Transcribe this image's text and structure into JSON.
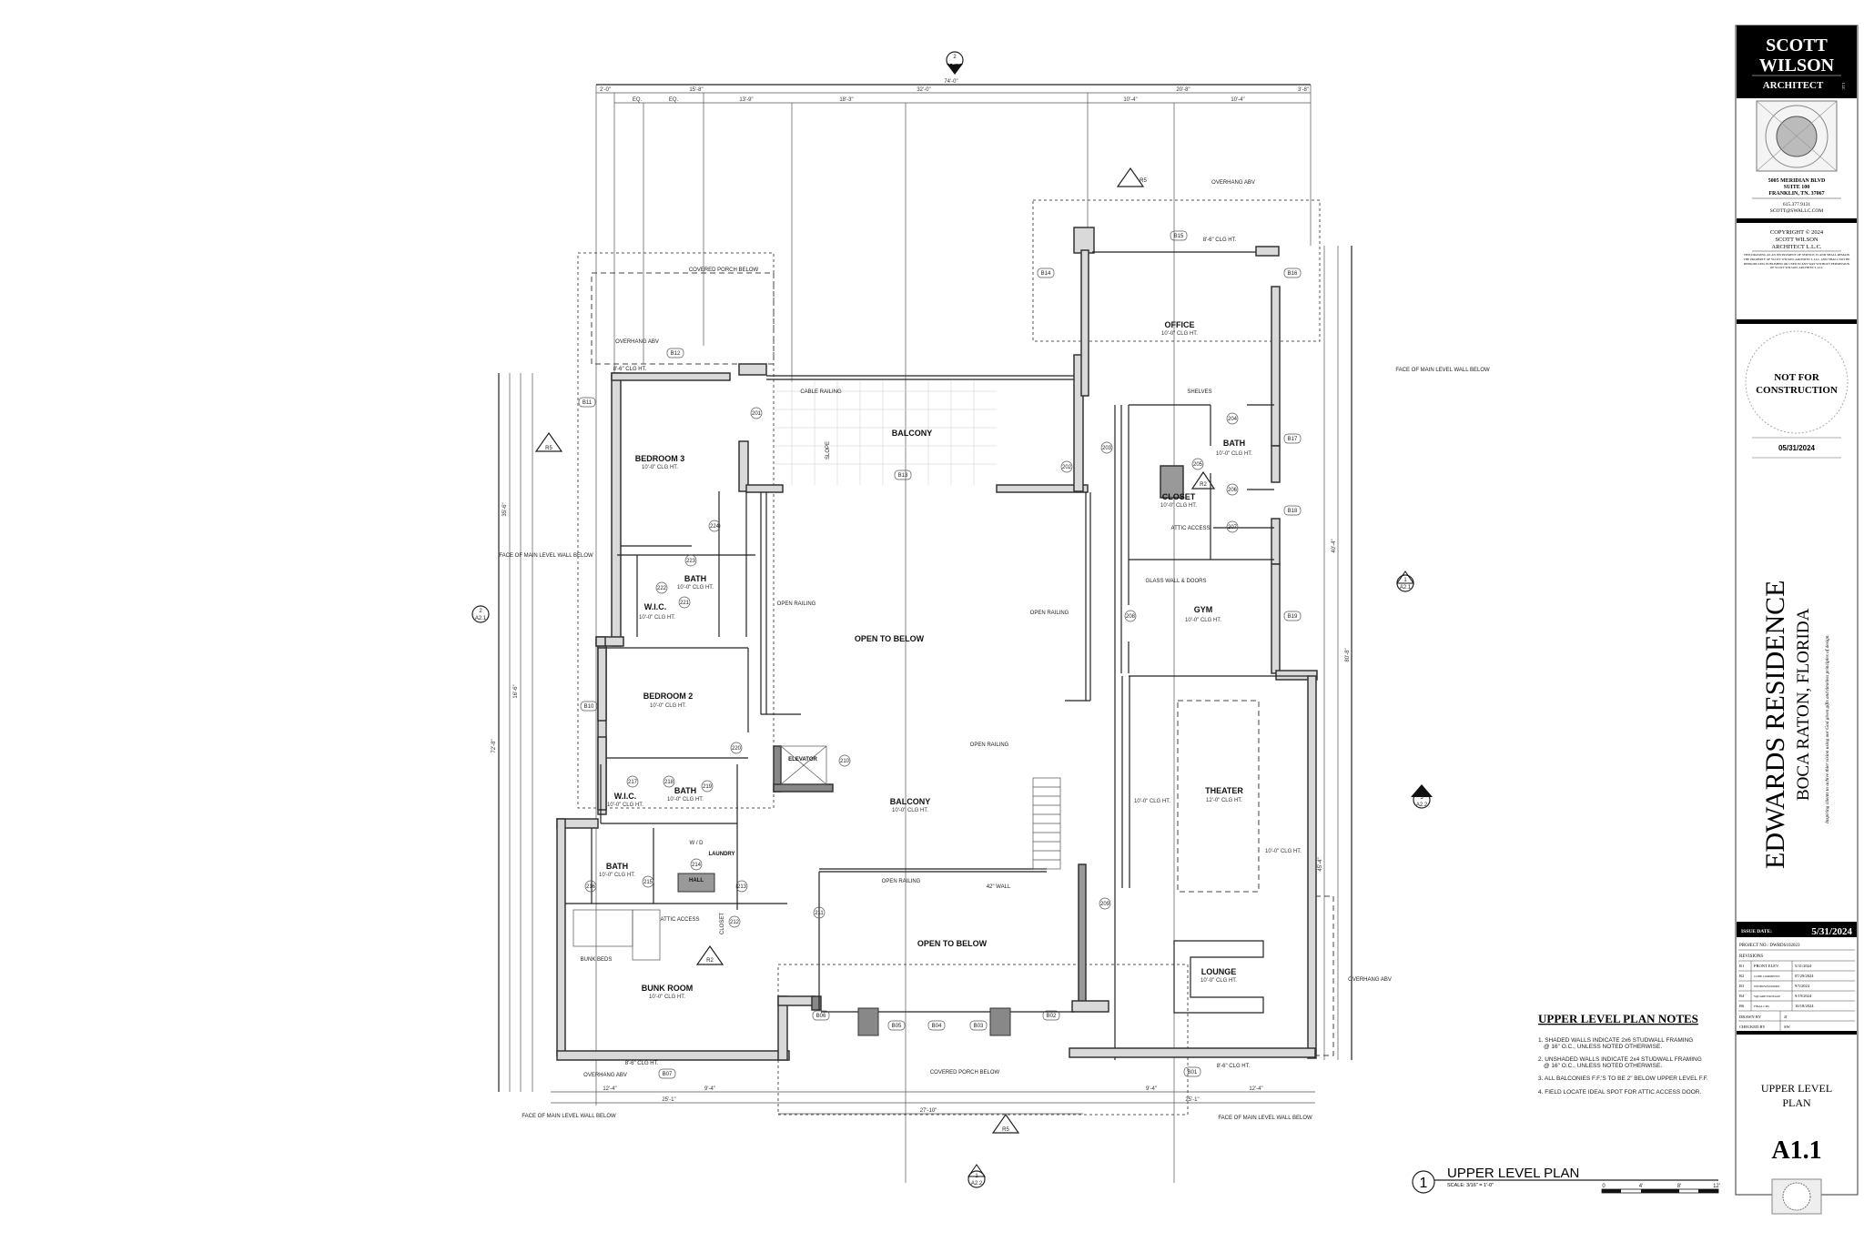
{
  "title_block": {
    "firm_line1": "SCOTT",
    "firm_line2": "WILSON",
    "firm_line3": "ARCHITECT",
    "firm_llc": "LLC",
    "address_1": "5005 MERIDIAN BLVD",
    "address_2": "SUITE 100",
    "address_3": "FRANKLIN, TN. 37067",
    "phone": "615.377.9131",
    "email": "SCOTT@SWALLC.COM",
    "copyright_1": "COPYRIGHT © 2024",
    "copyright_2": "SCOTT WILSON",
    "copyright_3": "ARCHITECT L.L.C.",
    "copyright_text": "THIS DRAWING AS AN INSTRUMENT OF SERVICE, IS AND SHALL REMAIN THE PROPERTY OF SCOTT WILSON, ARCHITECT, LLC. AND SHALL NOT BE REPRODUCED, PUBLISHED OR USED IN ANY WAY WITHOUT PERMISSION OF SCOTT WILSON, ARCHITECT, LLC",
    "stamp_line1": "NOT FOR",
    "stamp_line2": "CONSTRUCTION",
    "stamp_date": "05/31/2024",
    "project_name": "EDWARDS RESIDENCE",
    "project_location": "BOCA RATON,  FLORIDA",
    "tagline": "Inspiring clients to achive thier vision using our God given gifts and timeless principles of design.",
    "issue_date_label": "ISSUE DATE:",
    "issue_date": "5/31/2024",
    "project_no": "PROJECT NO.:  DWRDS102023",
    "revisions_label": "REVISIONS",
    "revisions": [
      {
        "id": "R1",
        "desc": "FRONT ELEV.",
        "date": "5/31/2024"
      },
      {
        "id": "R2",
        "desc": "CODE COMMENTS",
        "date": "07/29/2024"
      },
      {
        "id": "R3",
        "desc": "WINDOWS/DOORS",
        "date": "9/5/2024"
      },
      {
        "id": "R4",
        "desc": "SQUARE FOOTAGE",
        "date": "9/19/2024"
      },
      {
        "id": "R6",
        "desc": "FINAL CDS",
        "date": "10/18/2024"
      }
    ],
    "drawn_by_label": "DRAWN BY",
    "drawn_by": "JJ",
    "checked_by_label": "CHECKED BY",
    "checked_by": "SW",
    "sheet_title_1": "UPPER LEVEL",
    "sheet_title_2": "PLAN",
    "sheet_number": "A1.1"
  },
  "notes": {
    "heading": "UPPER LEVEL PLAN NOTES",
    "items": [
      "1. SHADED WALLS INDICATE 2x6 STUDWALL FRAMING",
      "@ 16\" O.C., UNLESS NOTED OTHERWISE.",
      "2. UNSHADED WALLS INDICATE 2x4 STUDWALL FRAMING",
      "@ 16\" O.C., UNLESS NOTED OTHERWISE.",
      "3. ALL BALCONIES F.F.'S TO BE 2\" BELOW UPPER LEVEL F.F.",
      "4. FIELD LOCATE IDEAL SPOT FOR ATTIC ACCESS DOOR."
    ]
  },
  "drawing_title": {
    "number": "1",
    "title": "UPPER LEVEL PLAN",
    "scale": "SCALE: 3/16\" =   1'-0\"",
    "scale_ticks": [
      "0",
      "4'",
      "8'",
      "12'"
    ]
  },
  "rooms": {
    "office": {
      "name": "OFFICE",
      "clg": "10'-0\" CLG HT."
    },
    "bedroom3": {
      "name": "BEDROOM 3",
      "clg": "10'-0\" CLG HT."
    },
    "balcony_upper": {
      "name": "BALCONY"
    },
    "bath_master": {
      "name": "BATH",
      "clg": "10'-0\" CLG HT."
    },
    "closet": {
      "name": "CLOSET",
      "clg": "10'-0\" CLG HT."
    },
    "bath3": {
      "name": "BATH",
      "clg": "10'-0\" CLG HT."
    },
    "wic3": {
      "name": "W.I.C.",
      "clg": "10'-0\" CLG HT."
    },
    "open_below_1": {
      "name": "OPEN TO BELOW"
    },
    "gym": {
      "name": "GYM",
      "clg": "10'-0\" CLG HT."
    },
    "bedroom2": {
      "name": "BEDROOM 2",
      "clg": "10'-0\" CLG HT."
    },
    "elevator": {
      "name": "ELEVATOR"
    },
    "balcony_lower": {
      "name": "BALCONY",
      "clg": "10'-0\" CLG HT."
    },
    "theater": {
      "name": "THEATER",
      "clg": "12'-0\" CLG HT."
    },
    "theater_side_clg": "10'-0\" CLG HT.",
    "wic2": {
      "name": "W.I.C.",
      "clg": "10'-0\" CLG HT."
    },
    "bath2": {
      "name": "BATH",
      "clg": "10'-0\" CLG HT."
    },
    "bath4": {
      "name": "BATH",
      "clg": "10'-0\" CLG HT."
    },
    "laundry": {
      "name": "LAUNDRY"
    },
    "hall": {
      "name": "HALL"
    },
    "open_below_2": {
      "name": "OPEN TO BELOW"
    },
    "bunk_room": {
      "name": "BUNK ROOM",
      "clg": "10'-0\" CLG HT."
    },
    "lounge": {
      "name": "LOUNGE",
      "clg": "10'-0\" CLG HT."
    }
  },
  "annotations": {
    "cable_railing": "CABLE RAILING",
    "slope": "SLOPE",
    "open_railing": "OPEN RAILING",
    "shelves": "SHELVES",
    "attic_access": "ATTIC ACCESS",
    "glass_wall": "GLASS WALL & DOORS",
    "face_main_level": "FACE OF MAIN LEVEL WALL BELOW",
    "overhang": "OVERHANG ABV",
    "covered_porch": "COVERED PORCH BELOW",
    "bunk_beds": "BUNK BEDS",
    "wall_42": "42\" WALL",
    "wd": "W / D",
    "clg_84": "8'-6\" CLG HT.",
    "closet_small": "CLOSET"
  },
  "dimensions": {
    "overall": "74'-0\"",
    "top_row": [
      "2'-0\"",
      "15'-8\"",
      "32'-0\"",
      "20'-8\"",
      "3'-8\""
    ],
    "top_sub": [
      "EQ.",
      "EQ.",
      "13'-9\"",
      "18'-3\"",
      "10'-4\"",
      "10'-4\""
    ],
    "bottom_row": [
      "12'-4\"",
      "9'-4\"",
      "25'-1\"",
      "27'-10\"",
      "12'-4\"",
      "9'-4\"",
      "25'-1\""
    ],
    "left": [
      "35'-6\"",
      "72'-8\"",
      "16'-6\""
    ],
    "right": [
      "40'-4\"",
      "45'-4\"",
      "80'-8\""
    ]
  },
  "door_tags": [
    "201",
    "202",
    "203",
    "204",
    "205",
    "206",
    "207",
    "208",
    "209",
    "210",
    "211",
    "212",
    "213",
    "214",
    "215",
    "216",
    "217",
    "218",
    "219",
    "220",
    "221",
    "222",
    "223",
    "224"
  ],
  "window_tags": [
    "B01",
    "B02",
    "B03",
    "B04",
    "B05",
    "B06",
    "B07",
    "B10",
    "B11",
    "B12",
    "B13",
    "B14",
    "B15",
    "B16",
    "B17",
    "B18",
    "B19"
  ],
  "section_markers": [
    {
      "num": "2",
      "sheet": "A2.0"
    },
    {
      "num": "1",
      "sheet": "A2.1"
    },
    {
      "num": "2",
      "sheet": "A2.1"
    },
    {
      "num": "3",
      "sheet": "A2.2"
    },
    {
      "num": "1",
      "sheet": "A2.2"
    }
  ],
  "revision_tags": [
    "R5",
    "R5",
    "R5",
    "R2",
    "R2"
  ]
}
